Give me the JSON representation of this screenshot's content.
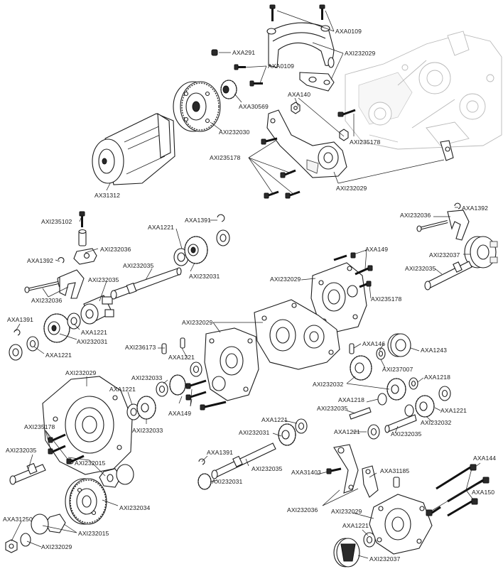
{
  "labels": {
    "axa0109_top": "AXA0109",
    "axa291": "AXA291",
    "axi232029_top": "AXI232029",
    "axa0109_mid": "AXA0109",
    "axa140": "AXA140",
    "axa30569": "AXA30569",
    "axi232030": "AXI232030",
    "axi235178_top": "AXI235178",
    "axi235178_mid": "AXI235178",
    "axi232029_mount": "AXI232029",
    "axa31312": "AX31312",
    "axi235102": "AXI235102",
    "axa1221_upper": "AXA1221",
    "axa1391_upper": "AXA1391",
    "axi232036_left": "AXI232036",
    "axa1392_left": "AXA1392",
    "axi232035_upper": "AXI232035",
    "axi232035_left": "AXI232035",
    "axi232031_upper": "AXI232031",
    "axi232036_left2": "AXI232036",
    "axa1391_left": "AXA1391",
    "axa1221_left": "AXA1221",
    "axi232031_left": "AXI232031",
    "axa1221_left2": "AXA1221",
    "axi232036_right": "AXI232036",
    "axa1392_right": "AXA1392",
    "axi232037_right": "AXI232037",
    "axi232035_right": "AXI232035",
    "axa149_right": "AXA149",
    "axi232029_right": "AXI232029",
    "axi235178_right": "AXI235178",
    "axi232029_center": "AXI232029",
    "axi236173": "AXI236173",
    "axa1221_center": "AXA1221",
    "axa146": "AXA146",
    "axa1243": "AXA1243",
    "axi237007": "AXI237007",
    "axi232029_lower": "AXI232029",
    "axi232033_a": "AXI232033",
    "axa1221_lower": "AXA1221",
    "axi232033_b": "AXI232033",
    "axa149_lower": "AXA149",
    "axi232032_a": "AXI232032",
    "axa1218_a": "AXA1218",
    "axa1218_b": "AXA1218",
    "axi232035_c": "AXI232035",
    "axa1221_r1": "AXA1221",
    "axa1221_r2": "AXA1221",
    "axi232035_d": "AXI232035",
    "axi232032_b": "AXI232032",
    "axi235178_lower": "AXI235178",
    "axi232035_lower": "AXI232035",
    "axa1221_bottom": "AXA1221",
    "axi232031_bottom": "AXI232031",
    "axa1391_bottom": "AXA1391",
    "axi232035_bottom": "AXI232035",
    "axi232031_bottom2": "AXI232031",
    "axi232015_a": "AXI232015",
    "axa31403": "AXA31403",
    "axa31185": "AXA31185",
    "axa144": "AXA144",
    "axa150": "AXA150",
    "axi232034": "AXI232034",
    "axi232036_bottom": "AXI232036",
    "axi232029_bottom": "AXI232029",
    "axa31250": "AXA31250",
    "axi232015_b": "AXI232015",
    "axi232029_bottom2": "AXI232029",
    "axa1221_bottom2": "AXA1221",
    "axi232037_bottom": "AXI232037"
  }
}
